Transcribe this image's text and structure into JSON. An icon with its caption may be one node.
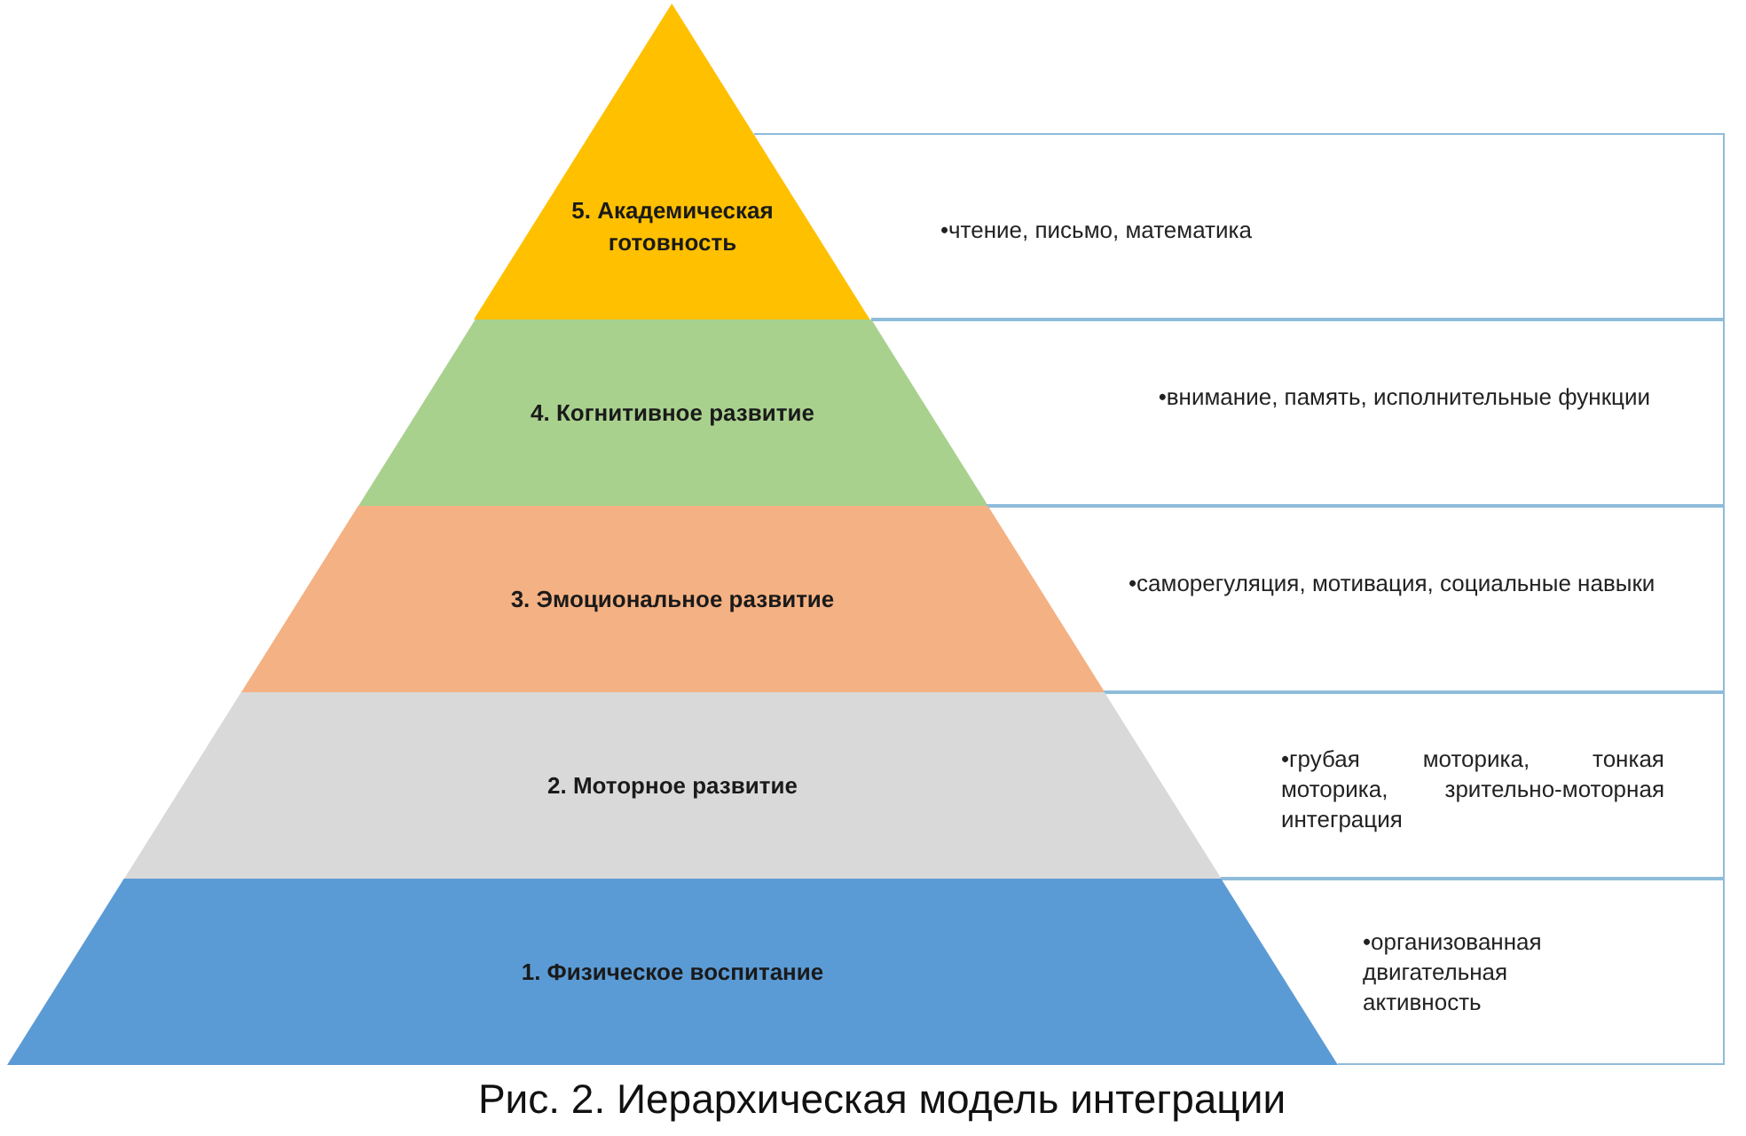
{
  "diagram": {
    "caption": "Рис. 2. Иерархическая модель интеграции",
    "nodes": [
      {
        "text": [
          "5. Академическая готовность"
        ]
      },
      {
        "text": [
          "•чтение, письмо, математика"
        ]
      },
      {
        "text": [
          "4. Когнитивное развитие"
        ]
      },
      {
        "text": [
          "•внимание, память, исполнительные функции"
        ]
      },
      {
        "text": [
          "3. Эмоциональное развитие"
        ]
      },
      {
        "text": [
          "•саморегуляция, мотивация, социальные навыки"
        ]
      },
      {
        "text": [
          "2. Моторное развитие"
        ]
      },
      {
        "text": [
          "•грубая моторика, тонкая моторика, зрительно-моторная интеграция"
        ]
      },
      {
        "text": [
          "1. Физическое воспитание"
        ]
      },
      {
        "text": [
          "•организованная двигательная активность"
        ]
      }
    ]
  }
}
